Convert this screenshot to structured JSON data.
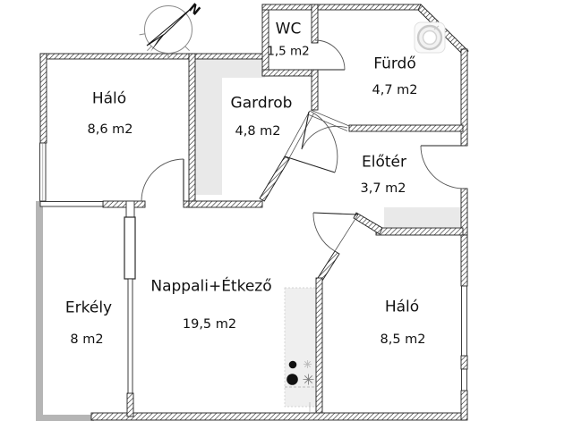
{
  "plan": {
    "type": "apartment-floor-plan",
    "compass": {
      "label": "N"
    },
    "rooms": [
      {
        "id": "bedroom-1",
        "name": "Háló",
        "area": "8,6 m2"
      },
      {
        "id": "wardrobe",
        "name": "Gardrob",
        "area": "4,8 m2"
      },
      {
        "id": "wc",
        "name": "WC",
        "area": "1,5 m2"
      },
      {
        "id": "bathroom",
        "name": "Fürdő",
        "area": "4,7 m2"
      },
      {
        "id": "hall",
        "name": "Előtér",
        "area": "3,7 m2"
      },
      {
        "id": "living-dining",
        "name": "Nappali+Étkező",
        "area": "19,5 m2"
      },
      {
        "id": "balcony",
        "name": "Erkély",
        "area": "8 m2"
      },
      {
        "id": "bedroom-2",
        "name": "Háló",
        "area": "8,5 m2"
      }
    ],
    "icons": [
      {
        "name": "compass-north-icon"
      },
      {
        "name": "washing-machine-icon"
      },
      {
        "name": "stove-burners-icon"
      }
    ],
    "colors": {
      "wall_line": "#1e1e1e",
      "furniture_fill": "#e9e9e9",
      "balcony_rail": "#b5b5b5",
      "text": "#111111"
    }
  }
}
